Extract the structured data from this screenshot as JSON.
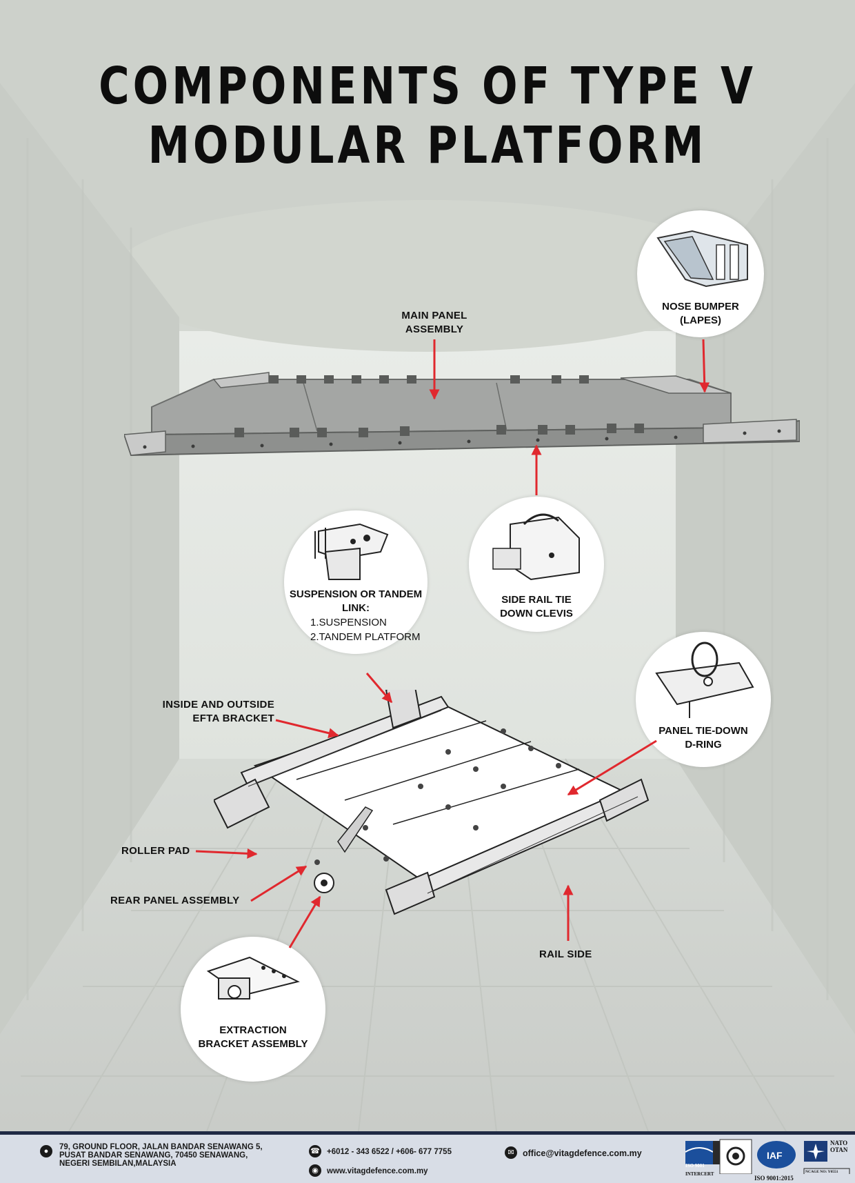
{
  "title": {
    "line1": "COMPONENTS OF TYPE V",
    "line2": "MODULAR PLATFORM"
  },
  "labels": {
    "main_panel": [
      "MAIN PANEL",
      "ASSEMBLY"
    ],
    "nose_bumper": [
      "NOSE BUMPER",
      "(LAPES)"
    ],
    "suspension_title": [
      "SUSPENSION OR TANDEM",
      "LINK:"
    ],
    "suspension_items": [
      "1.SUSPENSION",
      "2.TANDEM PLATFORM"
    ],
    "side_rail": [
      "SIDE RAIL TIE",
      "DOWN CLEVIS"
    ],
    "panel_dring": [
      "PANEL TIE-DOWN",
      "D-RING"
    ],
    "efta": [
      "INSIDE AND OUTSIDE",
      "EFTA BRACKET"
    ],
    "roller_pad": "ROLLER PAD",
    "rear_panel": "REAR PANEL ASSEMBLY",
    "rail_side": "RAIL SIDE",
    "extraction": [
      "EXTRACTION",
      "BRACKET ASSEMBLY"
    ]
  },
  "footer": {
    "address": [
      "79, GROUND FLOOR, JALAN BANDAR SENAWANG 5,",
      "PUSAT BANDAR SENAWANG, 70450 SENAWANG,",
      "NEGERI SEMBILAN,MALAYSIA"
    ],
    "phone": "+6012 - 343 6522 / +606- 677 7755",
    "website": "www.vitagdefence.com.my",
    "email": "office@vitagdefence.com.my",
    "cert_iso9001": "ISO 9001",
    "cert_intercert": "INTERCERT",
    "cert_iaf": "IAF",
    "cert_nato": [
      "NATO",
      "OTAN"
    ],
    "cert_ncage": "NCAGE NO: Y0551",
    "cert_iso2015": "ISO 9001:2015"
  },
  "colors": {
    "arrow": "#e0282e",
    "title": "#0d0d0d",
    "footer_bg": "#d8dde6",
    "footer_line": "#1f2a44"
  }
}
